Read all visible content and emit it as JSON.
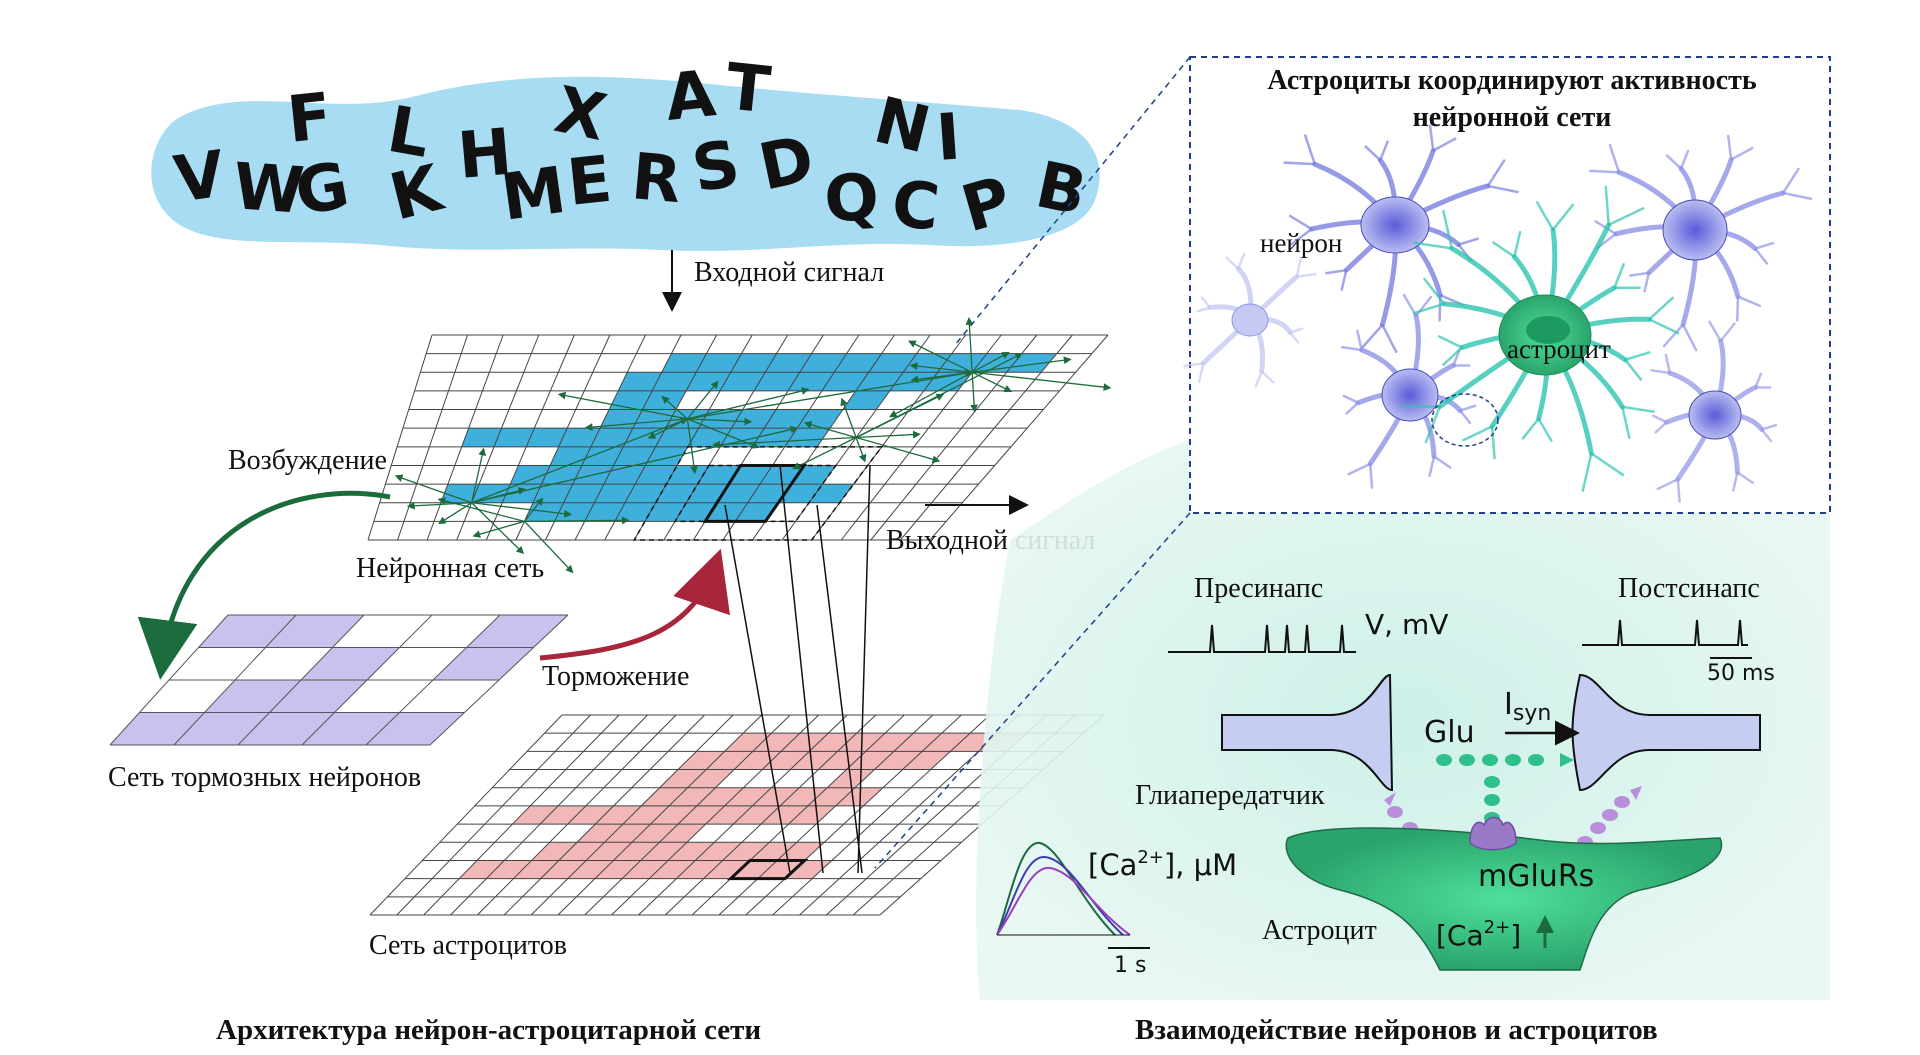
{
  "input_letters": [
    "V",
    "W",
    "G",
    "F",
    "K",
    "L",
    "H",
    "X",
    "M",
    "E",
    "R",
    "S",
    "A",
    "T",
    "D",
    "N",
    "Q",
    "C",
    "I",
    "P",
    "B"
  ],
  "labels": {
    "input_signal": "Входной сигнал",
    "output_signal": "Выходной сигнал",
    "excitation": "Возбуждение",
    "inhibition": "Торможение",
    "neural_net": "Нейронная сеть",
    "inhibitory_net": "Сеть тормозных нейронов",
    "astrocyte_net": "Сеть астроцитов",
    "arch_title": "Архитектура нейрон-астроцитарной сети",
    "interaction_title": "Взаимодействие нейронов и астроцитов"
  },
  "inset": {
    "title_line1": "Астроциты координируют активность",
    "title_line2": "нейронной сети",
    "neuron": "нейрон",
    "astrocyte": "астроцит"
  },
  "synapse": {
    "presynapse": "Пресинапс",
    "postsynapse": "Постсинапс",
    "voltage": "V, mV",
    "scale_ms": "50 ms",
    "glu": "Glu",
    "isyn": "I",
    "isyn_sub": "syn",
    "gliotransmitter": "Глиапередатчик",
    "mglurs": "mGluRs",
    "astrocyte": "Астроцит",
    "ca_label_pre": "[Ca",
    "ca_sup": "2+",
    "ca_label_post": "], μM",
    "ca_inner_pre": "[Ca",
    "ca_inner_post": "]",
    "scale_s": "1 s"
  },
  "colors": {
    "cyan_fill": "#3fb0dc",
    "pink_fill": "#f2b8b8",
    "lavender_fill": "#c9c2ef",
    "excitation_arrow": "#1c6b3c",
    "inhibition_arrow": "#a8263b",
    "astrocyte_green": "#2fbf7d",
    "neuron_blue": "#6f6fd8",
    "dashed_frame": "#1f3f8a"
  }
}
